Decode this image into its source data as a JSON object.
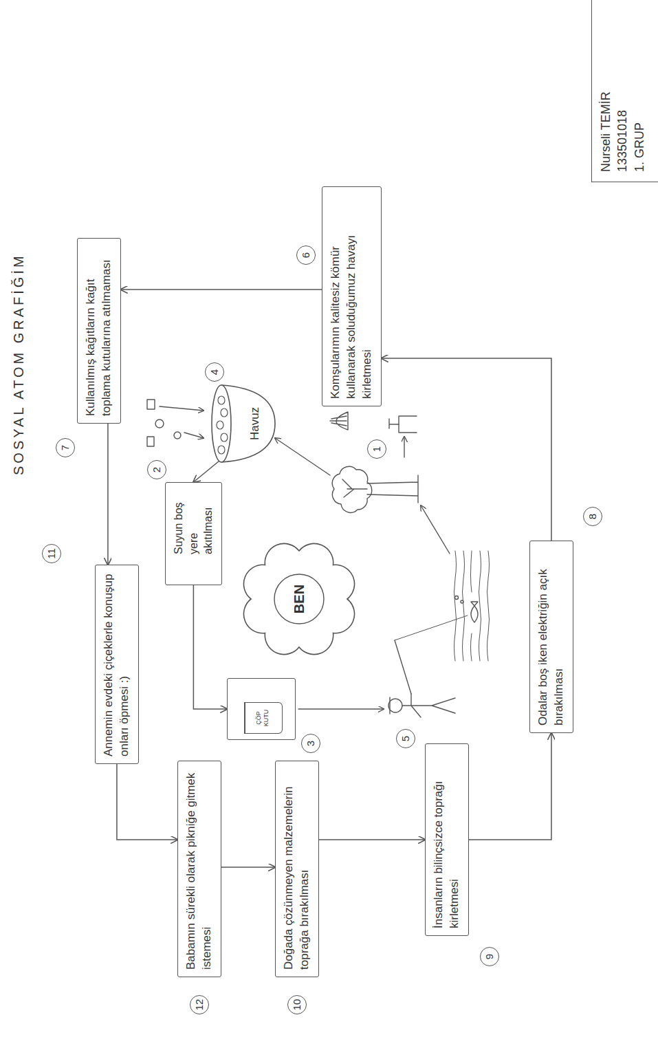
{
  "diagram": {
    "title": "SOSYAL ATOM GRAFİĞİM",
    "nodes": [
      {
        "text": [
          "Nurseli TEMİR",
          "133501018",
          "1. GRUP"
        ]
      },
      {
        "text": [
          "Annemin evdeki çiçeklerle konuşup onları öpmesi :)"
        ]
      },
      {
        "text": [
          "Babamın sürekli olarak pikniğe gitmek istemesi"
        ]
      },
      {
        "text": [
          "Doğada çözünmeyen malzemelerin toprağa bırakılması"
        ]
      },
      {
        "text": [
          "İnsanların bilinçsizce toprağı kirletmesi"
        ]
      },
      {
        "text": [
          "Odalar boş iken elektriğin açık bırakılması"
        ]
      },
      {
        "text": [
          "Komşularımın kalitesiz kömür kullanarak soluduğumuz havayı kirletmesi"
        ]
      },
      {
        "text": [
          "Kullanılmış kağıtların kağıt toplama kutularına atılmaması"
        ]
      },
      {
        "text": [
          "Suyun boş yere akıtılması"
        ]
      },
      {
        "text": [
          "ÇÖP KUTU"
        ]
      },
      {
        "text": [
          "BEN"
        ]
      },
      {
        "text": [
          "Havuz"
        ]
      }
    ],
    "edges": [
      {
        "from": 1,
        "to": 2,
        "arrow": "to"
      },
      {
        "from": 2,
        "to": 3,
        "arrow": "to"
      },
      {
        "from": 3,
        "to": 4,
        "arrow": "to"
      },
      {
        "from": 4,
        "to": 5,
        "arrow": "to"
      },
      {
        "from": 5,
        "to": 6,
        "arrow": "to"
      },
      {
        "from": 6,
        "to": 7,
        "arrow": "to"
      },
      {
        "from": 7,
        "to": 1,
        "arrow": "to"
      },
      {
        "from": 11,
        "to": 8,
        "arrow": "to"
      },
      {
        "from": 8,
        "to": 9,
        "arrow": "to"
      }
    ],
    "labels": [
      "1",
      "2",
      "3",
      "4",
      "5",
      "6",
      "7",
      "8",
      "9",
      "10",
      "11",
      "12"
    ]
  }
}
